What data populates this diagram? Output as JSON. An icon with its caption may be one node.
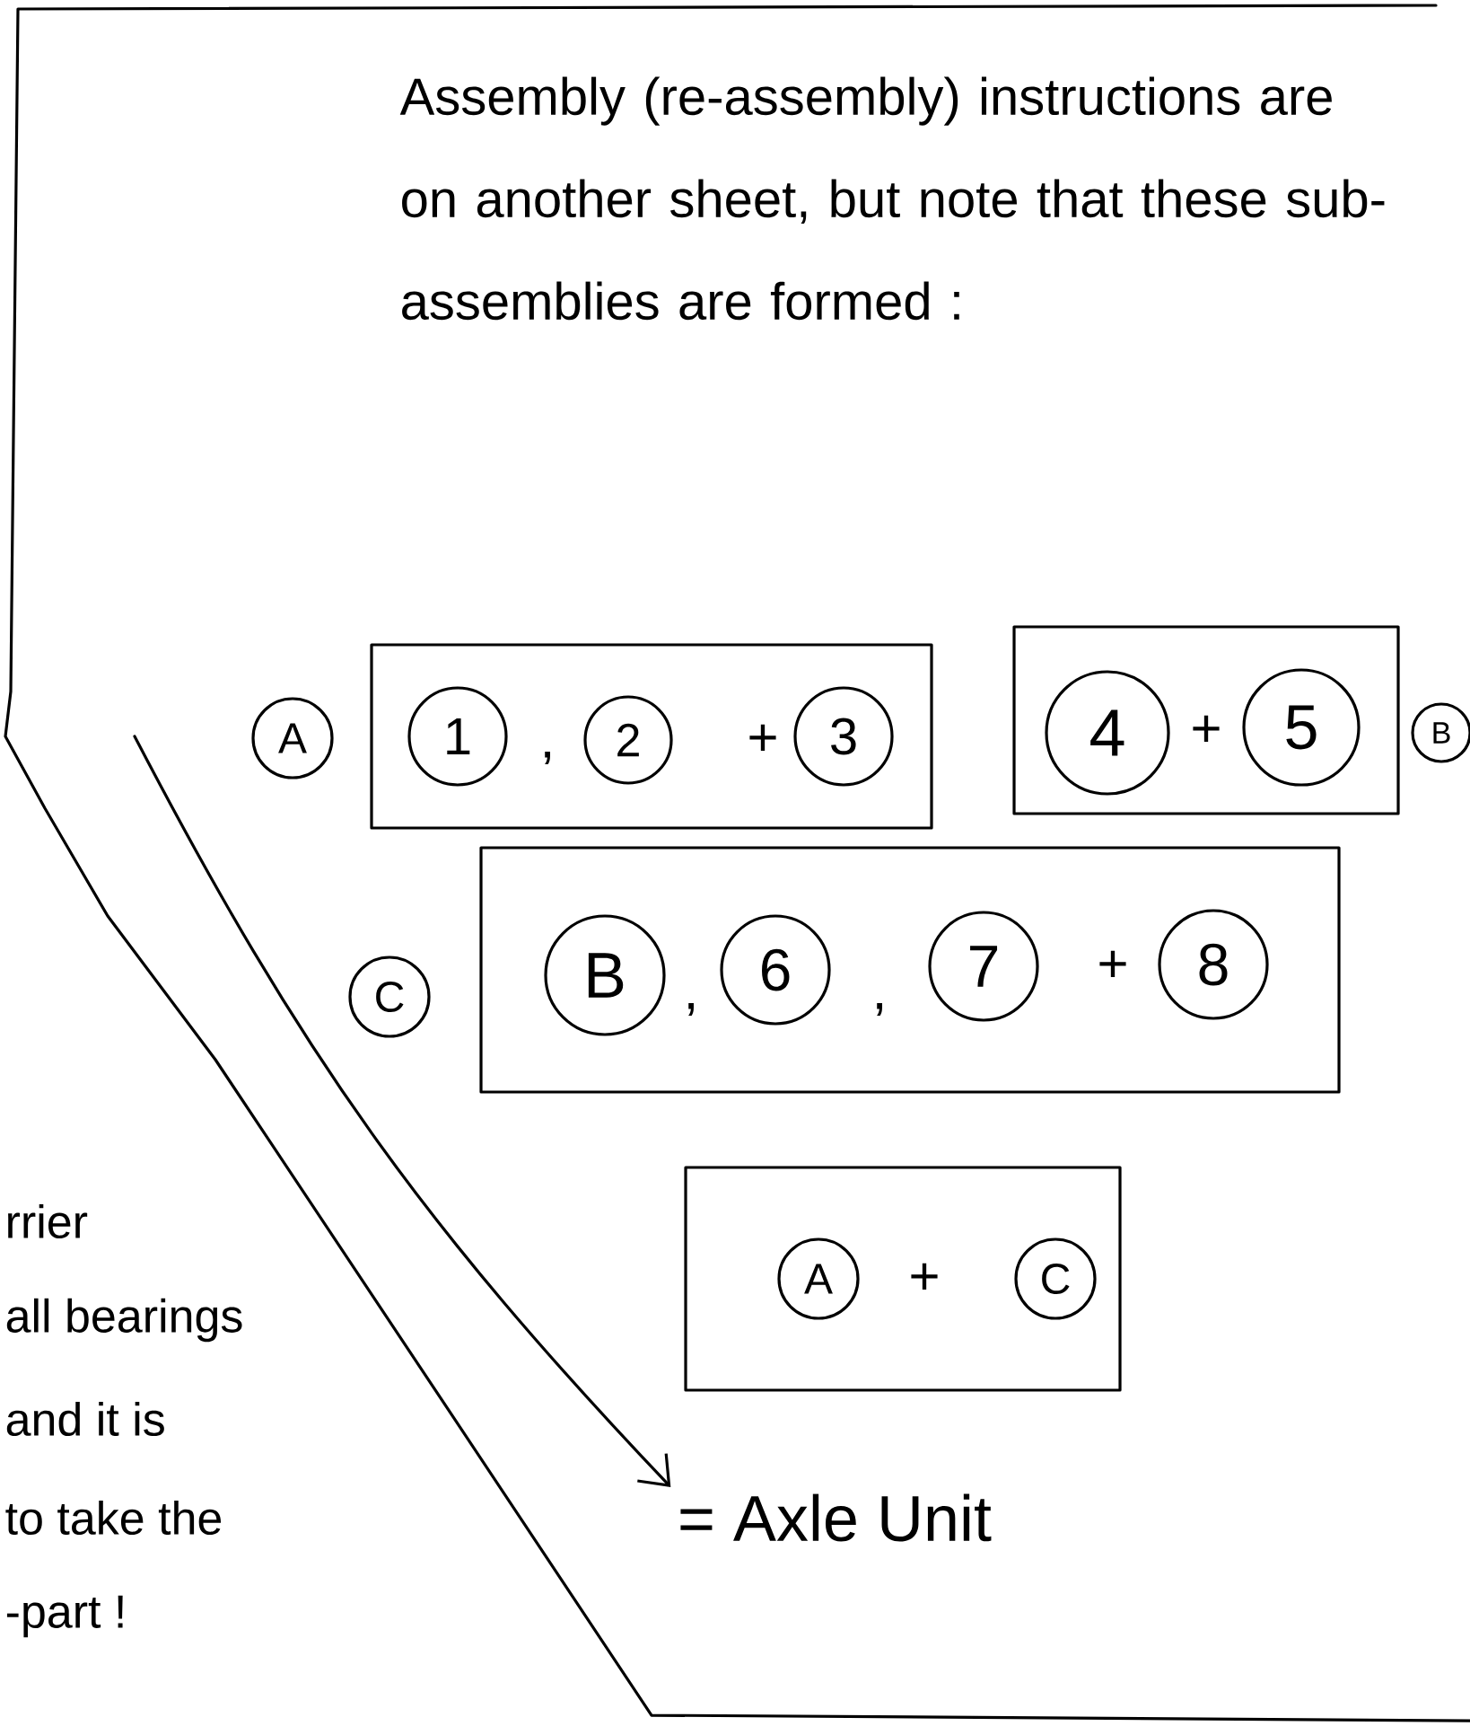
{
  "diagram": {
    "nodes": [
      {
        "text": [
          "A"
        ]
      },
      {
        "text": [
          ",",
          "+"
        ]
      },
      {
        "text": [
          "1"
        ],
        "in": 1
      },
      {
        "text": [
          "2"
        ],
        "in": 1
      },
      {
        "text": [
          "3"
        ],
        "in": 1
      },
      {
        "text": [
          "+"
        ]
      },
      {
        "text": [
          "4"
        ],
        "in": 5
      },
      {
        "text": [
          "5"
        ],
        "in": 5
      },
      {
        "text": [
          "B"
        ]
      },
      {
        "text": [
          "C"
        ]
      },
      {
        "text": [
          ",",
          ",",
          "+"
        ]
      },
      {
        "text": [
          "B"
        ],
        "in": 10
      },
      {
        "text": [
          "6"
        ],
        "in": 10
      },
      {
        "text": [
          "7"
        ],
        "in": 10
      },
      {
        "text": [
          "8"
        ],
        "in": 10
      },
      {
        "text": [
          "+"
        ]
      },
      {
        "text": [
          "A"
        ],
        "in": 15
      },
      {
        "text": [
          "C"
        ],
        "in": 15
      },
      {
        "text": [
          "= Axle Unit"
        ]
      }
    ],
    "edges": [
      {
        "from": null,
        "to": 18,
        "arrow": "to"
      }
    ],
    "labels": [
      "Assembly (re-assembly) instructions are on another sheet, but note that these sub-assemblies are formed :",
      "rrier",
      "all bearings",
      "and it is",
      "to take the",
      "-part !"
    ]
  }
}
